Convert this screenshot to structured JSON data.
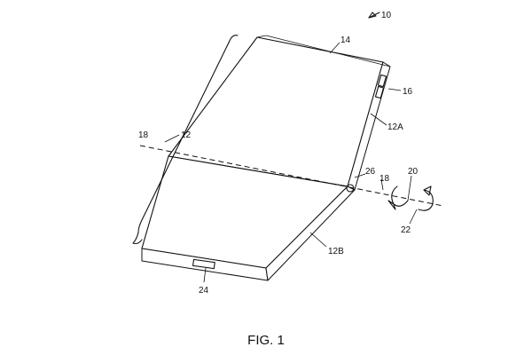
{
  "figure": {
    "caption": "FIG. 1",
    "labels": {
      "device": "10",
      "housing": "12",
      "housing_upper": "12A",
      "housing_lower": "12B",
      "display": "14",
      "buttons": "16",
      "axis_left": "18",
      "axis_right": "18",
      "rotation_a": "20",
      "rotation_b": "22",
      "connector": "24",
      "hinge": "26"
    }
  }
}
